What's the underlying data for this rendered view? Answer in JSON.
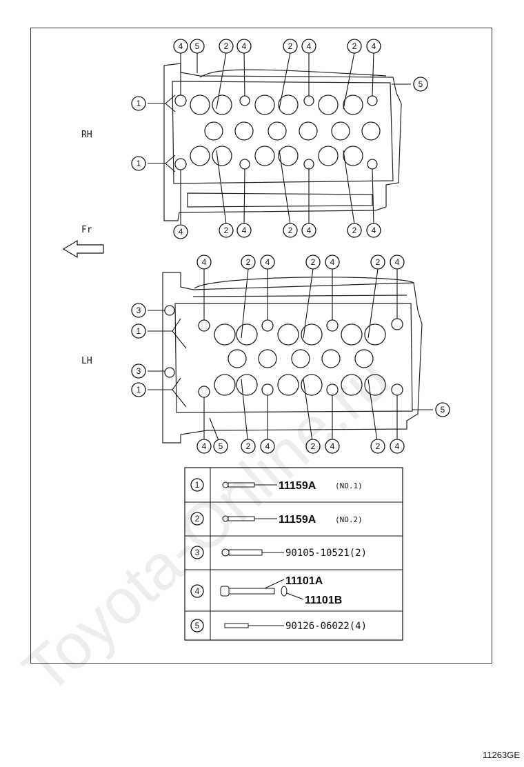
{
  "labels": {
    "rh": "RH",
    "lh": "LH",
    "front": "Fr"
  },
  "callouts": {
    "c1": "1",
    "c2": "2",
    "c3": "3",
    "c4": "4",
    "c5": "5"
  },
  "legend": [
    {
      "num": "1",
      "part": "11159A",
      "note": "(NO.1)"
    },
    {
      "num": "2",
      "part": "11159A",
      "note": "(NO.2)"
    },
    {
      "num": "3",
      "part": "90105-10521(2)",
      "note": ""
    },
    {
      "num": "4",
      "part": "11101A",
      "part2": "11101B",
      "note": ""
    },
    {
      "num": "5",
      "part": "90126-06022(4)",
      "note": ""
    }
  ],
  "watermark": "Toyota-Online.ru",
  "diagram_code": "11263GE"
}
